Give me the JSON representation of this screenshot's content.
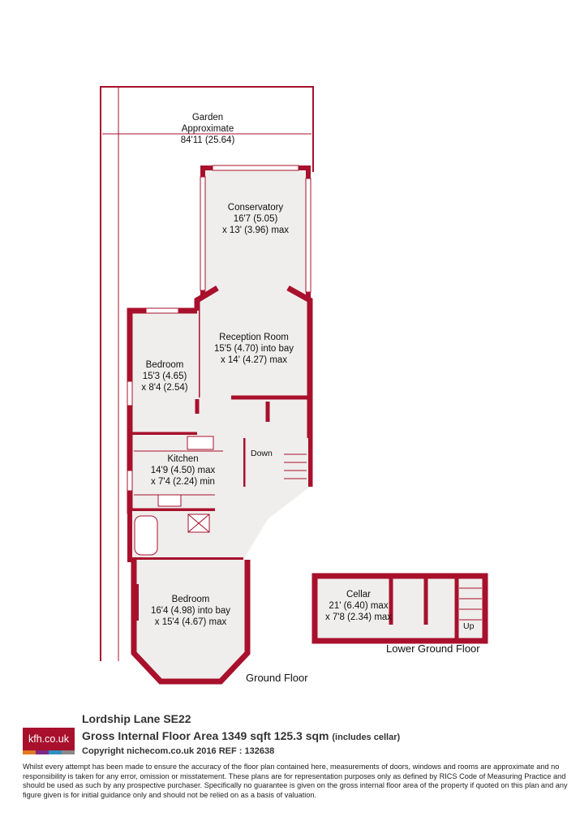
{
  "colors": {
    "wall": "#a8102c",
    "floor": "#efeeed",
    "window": "#ffffff",
    "garden_line": "#a8102c"
  },
  "garden": {
    "name": "Garden",
    "approx": "Approximate",
    "dim": "84'11 (25.64)"
  },
  "rooms": {
    "conservatory": {
      "name": "Conservatory",
      "dim1": "16'7 (5.05)",
      "dim2": "x 13' (3.96) max"
    },
    "reception": {
      "name": "Reception Room",
      "dim1": "15'5 (4.70) into bay",
      "dim2": "x 14' (4.27) max"
    },
    "bedroom1": {
      "name": "Bedroom",
      "dim1": "15'3 (4.65)",
      "dim2": "x 8'4 (2.54)"
    },
    "kitchen": {
      "name": "Kitchen",
      "dim1": "14'9 (4.50) max",
      "dim2": "x 7'4 (2.24) min"
    },
    "bedroom2": {
      "name": "Bedroom",
      "dim1": "16'4 (4.98) into bay",
      "dim2": "x 15'4 (4.67) max"
    },
    "cellar": {
      "name": "Cellar",
      "dim1": "21' (6.40) max",
      "dim2": "x 7'8 (2.34) max"
    }
  },
  "stairs": {
    "down": "Down",
    "up": "Up"
  },
  "floors": {
    "ground": "Ground Floor",
    "lower": "Lower Ground Floor"
  },
  "footer": {
    "title": "Lordship Lane  SE22",
    "area": "Gross Internal Floor Area 1349 sqft 125.3 sqm",
    "area_note": "(includes cellar)",
    "copyright": "Copyright nichecom.co.uk 2016 REF : 132638",
    "disclaimer": "Whilst every attempt has been made to ensure the accuracy of the floor plan contained here, measurements of doors, windows and rooms are approximate and no responsibility is taken for any error, omission or misstatement.  These plans are for representation purposes only as defined by RICS Code of Measuring Practice and should be used as such by any prospective purchaser.  Specifically no guarantee is given on the gross internal floor area of the property if quoted on this plan and any figure given is for initial guidance only and should not be relied on as a basis of valuation."
  },
  "logo": {
    "text": "kfh.co.uk",
    "strip_colors": [
      "#e07a1f",
      "#7b2a84",
      "#2f8fbf",
      "#8a8a8a"
    ]
  }
}
